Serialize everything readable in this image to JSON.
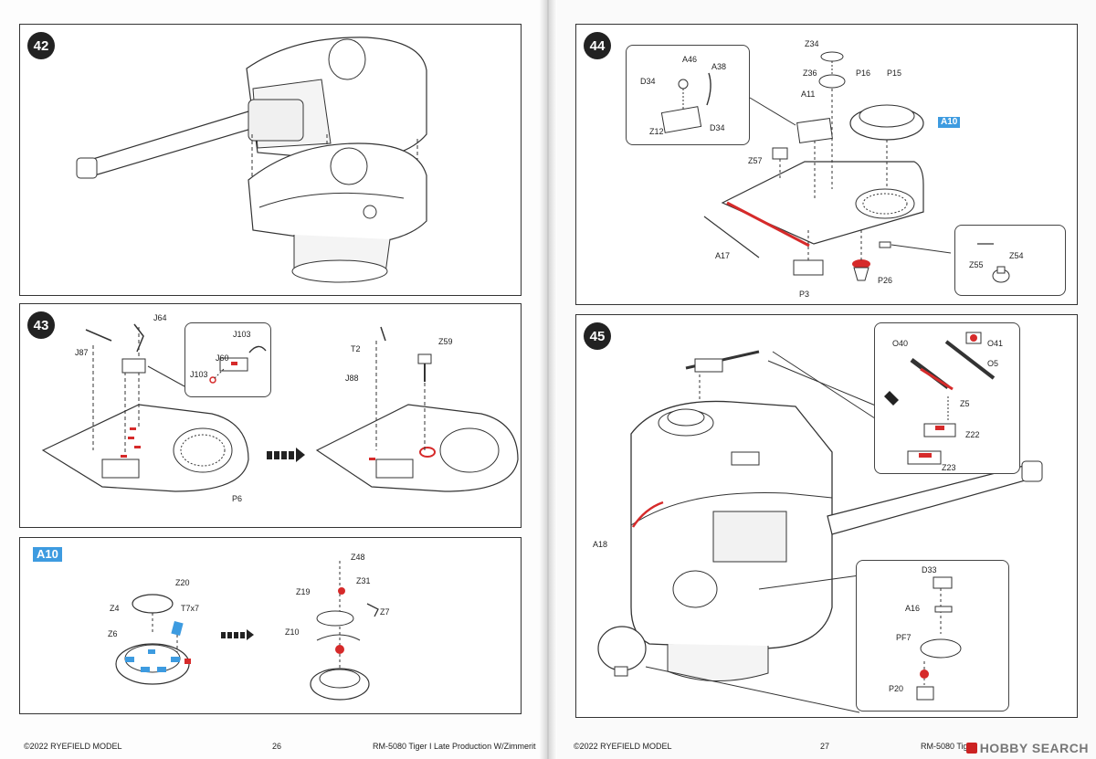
{
  "left_page": {
    "step42": {
      "number": "42"
    },
    "step43": {
      "number": "43",
      "labels": {
        "j64": "J64",
        "j87": "J87",
        "j103a": "J103",
        "j60": "J60",
        "j103b": "J103",
        "p6": "P6",
        "t2": "T2",
        "j88": "J88",
        "z59": "Z59"
      }
    },
    "a10": {
      "tag": "A10",
      "labels": {
        "z20": "Z20",
        "z4": "Z4",
        "t7x7": "T7x7",
        "z6": "Z6",
        "z48": "Z48",
        "z31": "Z31",
        "z19": "Z19",
        "z7": "Z7",
        "z10": "Z10"
      }
    },
    "footer": {
      "copyright": "©2022 RYEFIELD MODEL",
      "page_number": "26",
      "product": "RM-5080 Tiger I Late Production W/Zimmerit"
    }
  },
  "right_page": {
    "step44": {
      "number": "44",
      "tag": "A10",
      "labels": {
        "a46": "A46",
        "a38": "A38",
        "d34a": "D34",
        "z12": "Z12",
        "d34b": "D34",
        "z34": "Z34",
        "z36": "Z36",
        "p16": "P16",
        "p15": "P15",
        "a11": "A11",
        "z57": "Z57",
        "a17": "A17",
        "p3": "P3",
        "p26": "P26",
        "z55": "Z55",
        "z54": "Z54"
      }
    },
    "step45": {
      "number": "45",
      "labels": {
        "o40": "O40",
        "o41": "O41",
        "o5": "O5",
        "z5": "Z5",
        "z22": "Z22",
        "z23": "Z23",
        "a18": "A18",
        "d33": "D33",
        "a16": "A16",
        "pf7": "PF7",
        "p20": "P20"
      }
    },
    "footer": {
      "copyright": "©2022 RYEFIELD MODEL",
      "page_number": "27",
      "product": "RM-5080 Tiger I Late Production W/Zimmerit"
    },
    "watermark": "HOBBY SEARCH"
  },
  "colors": {
    "accent_red": "#d62a2a",
    "accent_blue": "#3d9be0",
    "line": "#333333"
  }
}
